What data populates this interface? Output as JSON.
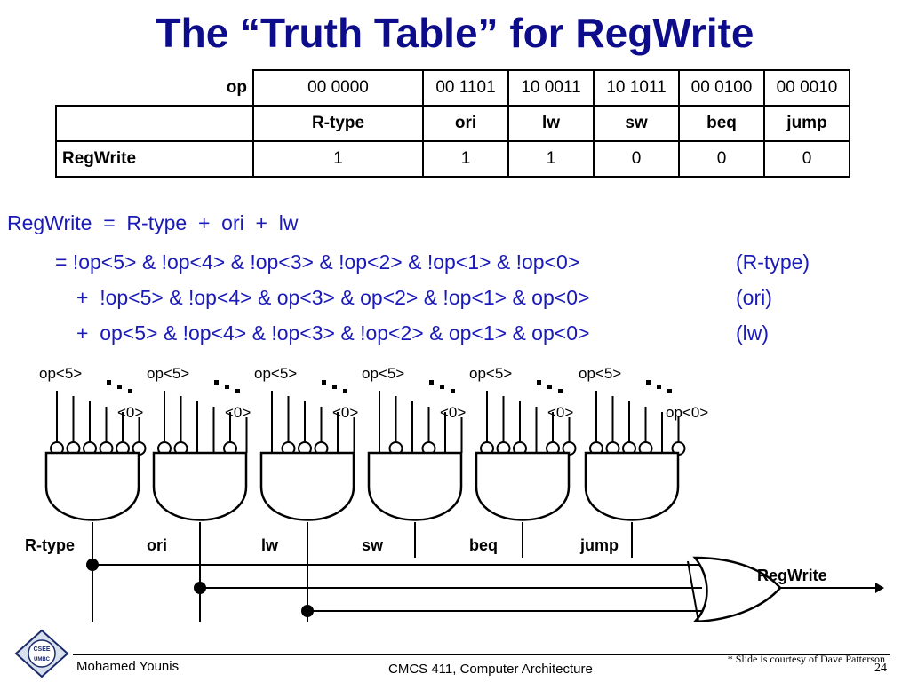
{
  "title": "The “Truth Table” for RegWrite",
  "table": {
    "op_label": "op",
    "op_codes": [
      "00 0000",
      "00 1101",
      "10 0011",
      "10 1011",
      "00 0100",
      "00 0010"
    ],
    "names": [
      "R-type",
      "ori",
      "lw",
      "sw",
      "beq",
      "jump"
    ],
    "out_label": "RegWrite",
    "out_values": [
      "1",
      "1",
      "1",
      "0",
      "0",
      "0"
    ]
  },
  "equations": {
    "line1": "RegWrite  =  R-type  +  ori  +  lw",
    "line2": "= !op<5> & !op<4> & !op<3> & !op<2> & !op<1> & !op<0>",
    "line2_note": "(R-type)",
    "line3": "+  !op<5> & !op<4> & op<3> & op<2> & !op<1> & op<0>",
    "line3_note": "(ori)",
    "line4": "+  op<5> & !op<4> & !op<3> & !op<2> & op<1> & op<0>",
    "line4_note": "(lw)"
  },
  "circuit": {
    "msb_label": "op<5>",
    "lsb_label": "<0>",
    "lsb_label_last": "op<0>",
    "gate_labels": [
      "R-type",
      "ori",
      "lw",
      "sw",
      "beq",
      "jump"
    ],
    "output_label": "RegWrite",
    "inverted_inputs": [
      [
        true,
        true,
        true,
        true,
        true,
        true
      ],
      [
        true,
        true,
        false,
        false,
        true,
        false
      ],
      [
        false,
        true,
        true,
        true,
        false,
        false
      ],
      [
        false,
        true,
        false,
        true,
        false,
        false
      ],
      [
        true,
        true,
        true,
        false,
        true,
        true
      ],
      [
        true,
        true,
        true,
        true,
        false,
        true
      ]
    ],
    "colors": {
      "ink": "#000000",
      "title": "#0d0d8c",
      "equation": "#1a1ab8"
    }
  },
  "footer": {
    "author": "Mohamed Younis",
    "course": "CMCS 411, Computer Architecture",
    "credit": "* Slide is courtesy of Dave Patterson",
    "page": "24",
    "logo_text_top": "CSEE",
    "logo_text_bottom": "UMBC"
  }
}
